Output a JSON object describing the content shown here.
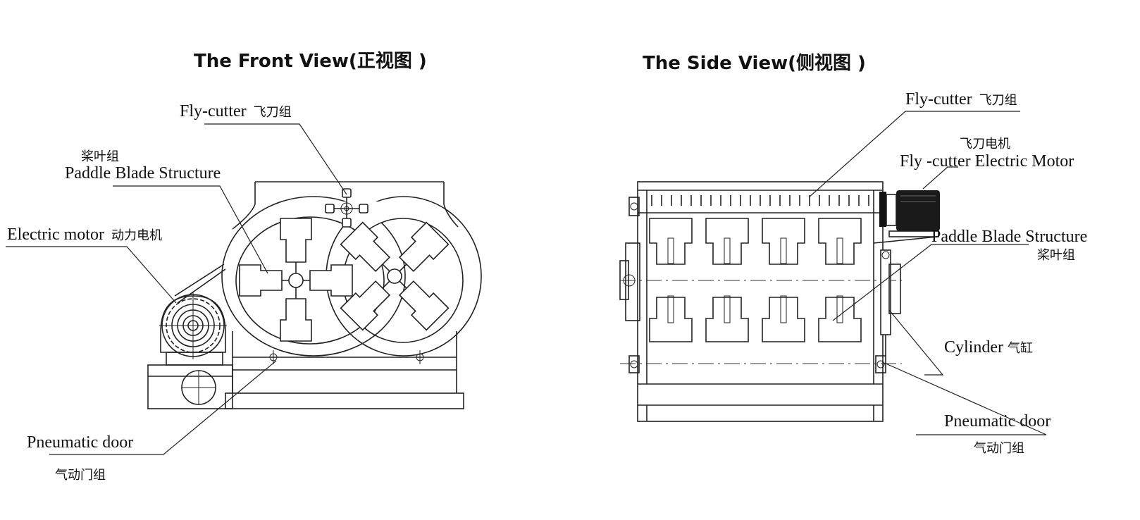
{
  "front_view": {
    "title": "The Front View(正视图 )",
    "labels": {
      "fly_cutter": {
        "en": "Fly-cutter",
        "cn": "飞刀组"
      },
      "paddle_blade": {
        "cn": "桨叶组",
        "en": "Paddle Blade Structure"
      },
      "electric_motor": {
        "en": "Electric motor",
        "cn": "动力电机"
      },
      "pneumatic_door": {
        "en": "Pneumatic door",
        "cn": "气动门组"
      }
    }
  },
  "side_view": {
    "title": "The Side View(侧视图 )",
    "labels": {
      "fly_cutter": {
        "en": "Fly-cutter",
        "cn": "飞刀组"
      },
      "fly_cutter_motor": {
        "cn": "飞刀电机",
        "en": "Fly -cutter Electric Motor"
      },
      "paddle_blade": {
        "en": "Paddle Blade Structure",
        "cn": "桨叶组"
      },
      "cylinder": {
        "en": "Cylinder",
        "cn": "气缸"
      },
      "pneumatic_door": {
        "en": "Pneumatic door",
        "cn": "气动门组"
      }
    }
  }
}
